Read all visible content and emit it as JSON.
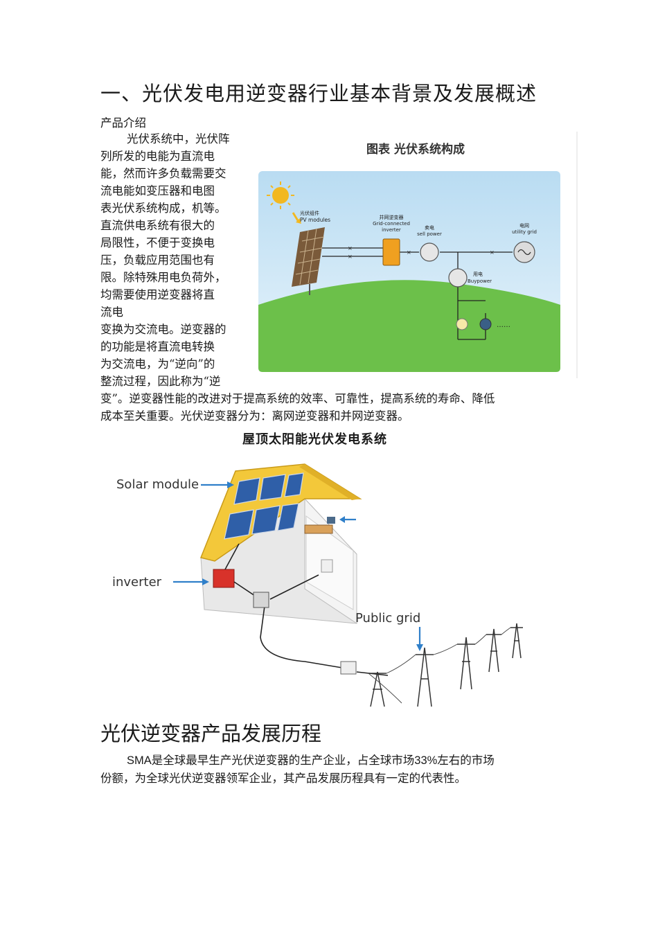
{
  "heading1": "一、光伏发电用逆变器行业基本背景及发展概述",
  "subheading": "产品介绍",
  "intro_lines": [
    "光伏系统中，光伏阵",
    "列所发的电能为直流电",
    "能，然而许多负载需要交",
    "流电能如变压器和电图",
    "表光伏系统构成，机等。",
    "直流供电系统有很大的",
    "局限性，不便于变换电",
    "压，负载应用范围也有",
    "限。除特殊用电负荷外，",
    "均需要使用逆变器将直",
    "流电",
    "变换为交流电。逆变器的",
    "的功能是将直流电转换",
    "为交流电，为“逆向”的",
    "整流过程，因此称为“逆"
  ],
  "full_lines": [
    "变”。逆变器性能的改进对于提高系统的效率、可靠性，提高系统的寿命、降低",
    "成本至关重要。光伏逆变器分为：离网逆变器和并网逆变器。"
  ],
  "figure1": {
    "title": "图表 光伏系统构成",
    "pv_cn": "光伏组件",
    "pv_en": "PV modules",
    "inv_cn": "并网逆变器",
    "inv_en1": "Grid-connected",
    "inv_en2": "inverter",
    "sell_cn": "卖电",
    "sell_en": "sell power",
    "grid_cn": "电网",
    "grid_en": "utility grid",
    "buy_cn": "用电",
    "buy_en": "Buypower",
    "dots": "……"
  },
  "figure2": {
    "title": "屋顶太阳能光伏发电系统",
    "solar_module": "Solar module",
    "inverter": "inverter",
    "public_grid": "Public grid"
  },
  "heading2": "光伏逆变器产品发展历程",
  "para2": {
    "line1_prefix": "SMA",
    "line1_mid": "是全球最早生产光伏逆变器的生产企业，占全球市场",
    "line1_num": "33%",
    "line1_suffix": "左右的市场",
    "line2": "份额，为全球光伏逆变器领军企业，其产品发展历程具有一定的代表性。"
  },
  "colors": {
    "sky": "#cfe6f5",
    "grass": "#6cc04a",
    "roof": "#f3c83a",
    "panel": "#2f5fa8",
    "arrow": "#2f7fc9",
    "inverter": "#d8322a"
  }
}
